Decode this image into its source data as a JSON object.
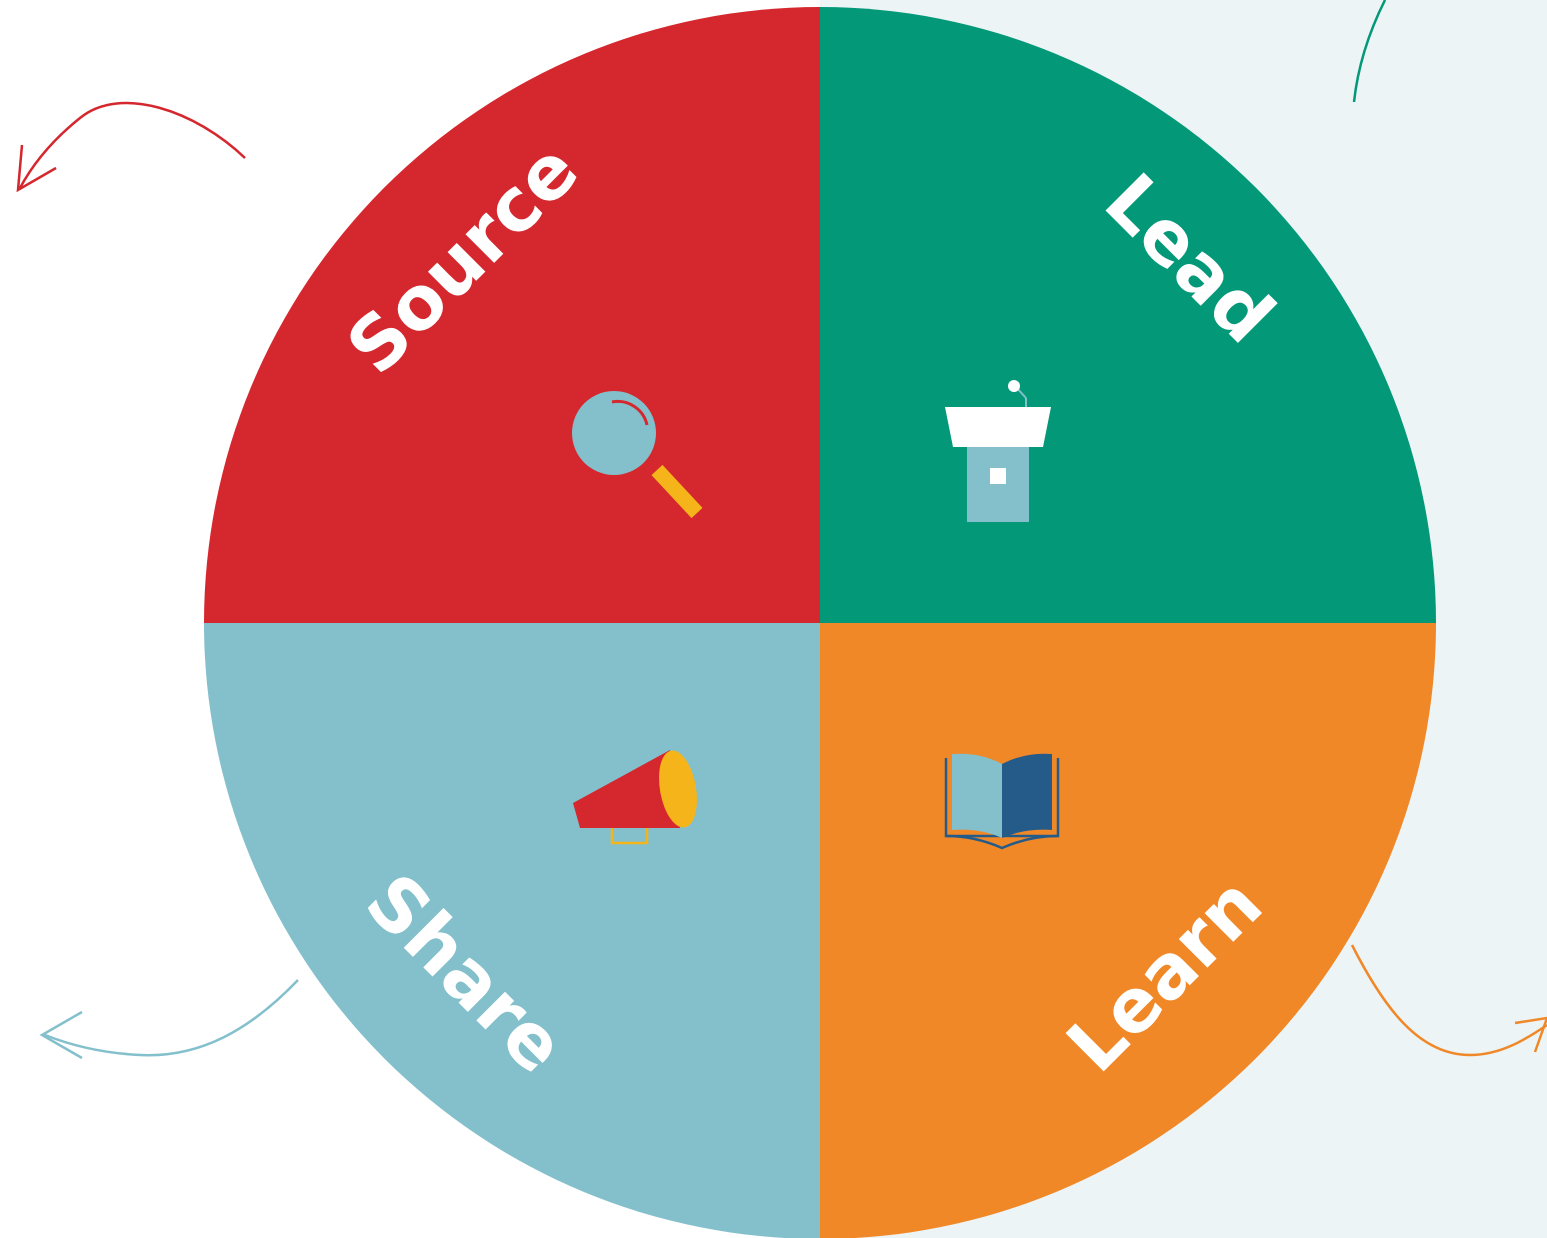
{
  "diagram": {
    "colors": {
      "source": "#d5272e",
      "lead": "#039878",
      "share": "#83c0cc",
      "learn": "#f08828",
      "right_background": "#ecf4f6",
      "icon_yellow": "#f6b41b",
      "icon_light_blue": "#83c0cc",
      "icon_dark_blue": "#245b89",
      "white": "#ffffff"
    },
    "quadrants": [
      {
        "id": "source",
        "label": "Source",
        "icon": "magnifying-glass-icon"
      },
      {
        "id": "lead",
        "label": "Lead",
        "icon": "podium-icon"
      },
      {
        "id": "share",
        "label": "Share",
        "icon": "megaphone-icon"
      },
      {
        "id": "learn",
        "label": "Learn",
        "icon": "open-book-icon"
      }
    ],
    "arrows": [
      {
        "id": "red",
        "color": "#d5272e",
        "icon": "curved-arrow-icon"
      },
      {
        "id": "green",
        "color": "#039878",
        "icon": "curved-stroke-icon"
      },
      {
        "id": "blue",
        "color": "#83c0cc",
        "icon": "curved-arrow-icon"
      },
      {
        "id": "orange",
        "color": "#f08828",
        "icon": "curved-arrow-icon"
      }
    ]
  }
}
